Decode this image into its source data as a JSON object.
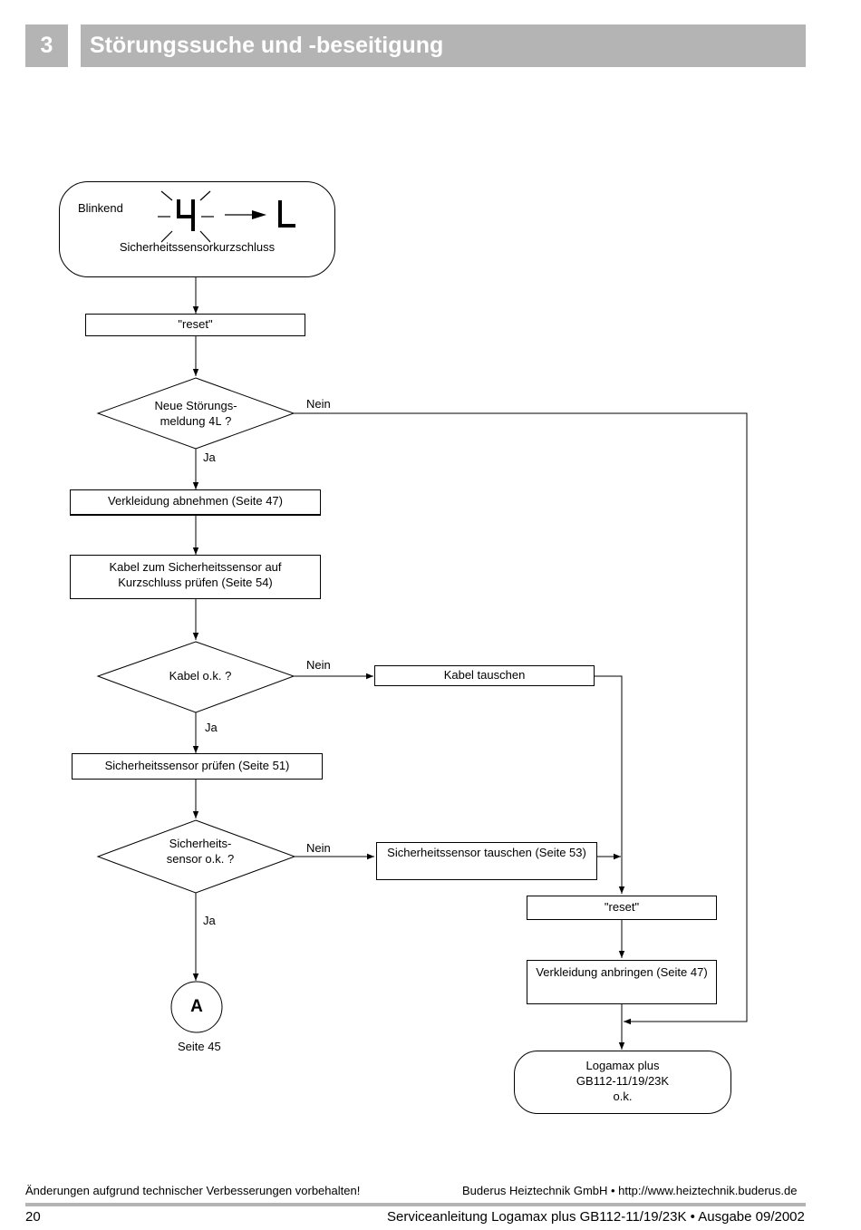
{
  "header": {
    "section_number": "3",
    "title": "Störungssuche und -beseitigung"
  },
  "flow": {
    "start": {
      "blink_label": "Blinkend",
      "code_from": "4",
      "code_to": "L",
      "caption": "Sicherheitssensorkurzschluss"
    },
    "reset1": "\"reset\"",
    "decision1": {
      "line1": "Neue Störungs-",
      "line2_prefix": "meldung",
      "code": "4L",
      "line2_suffix": " ?"
    },
    "nein": "Nein",
    "ja": "Ja",
    "step_verkleidung_ab": "Verkleidung abnehmen (Seite 47)",
    "step_kabel_pruefen": {
      "line1": "Kabel zum Sicherheitssensor auf",
      "line2": "Kurzschluss prüfen (Seite 54)"
    },
    "decision2": "Kabel o.k. ?",
    "step_kabel_tauschen": "Kabel tauschen",
    "step_sensor_pruefen": "Sicherheitssensor prüfen (Seite 51)",
    "decision3": {
      "line1": "Sicherheits-",
      "line2": "sensor o.k. ?"
    },
    "step_sensor_tauschen": "Sicherheitssensor tauschen (Seite 53)",
    "reset2": "\"reset\"",
    "step_verkleidung_an": "Verkleidung anbringen (Seite 47)",
    "connector": {
      "label": "A",
      "caption": "Seite 45"
    },
    "end": {
      "line1": "Logamax plus",
      "line2": "GB112-11/19/23K",
      "line3": "o.k."
    }
  },
  "footer": {
    "disclaimer": "Änderungen aufgrund technischer Verbesserungen vorbehalten!",
    "company": "Buderus Heiztechnik GmbH • http://www.heiztechnik.buderus.de",
    "page_number": "20",
    "doc_title": "Serviceanleitung Logamax plus GB112-11/19/23K • Ausgabe 09/2002"
  }
}
